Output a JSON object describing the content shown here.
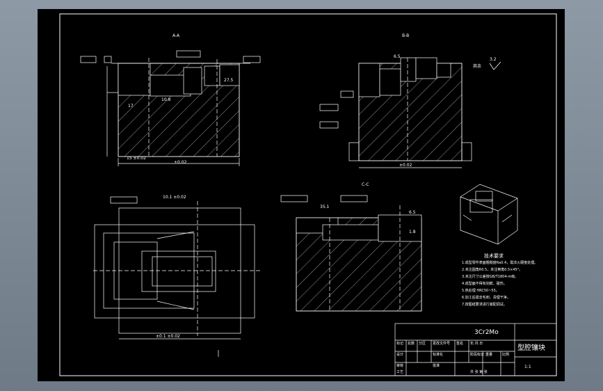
{
  "colors": {
    "background": "#7f8a97",
    "sheet": "#000000",
    "lines": "#ffffff"
  },
  "views": {
    "aa": {
      "label": "A-A"
    },
    "bb": {
      "label": "B-B"
    },
    "cc": {
      "label": "C-C"
    }
  },
  "dims": {
    "aa_bottom_left": "15 ±0.02",
    "aa_bottom_mid": "±0.02",
    "aa_depth": "10.8",
    "aa_small": "17",
    "aa_right": "27.5",
    "bb_bottom": "±0.02",
    "bb_top": "6.5",
    "plan_top": "10.1 ±0.02",
    "plan_bottom": "±0.1 ±0.02",
    "cc_top": "35.1",
    "cc_right": "6.5",
    "cc_mid": "1.8"
  },
  "roughness": {
    "label": "其余",
    "value": "3.2"
  },
  "requirements": {
    "title": "技术要求",
    "items": [
      "1.成型零件表面粗糙度Ra0.4，需淬火硬度处理。",
      "2.未注圆角R0.5，未注倒角0.5×45°。",
      "3.未注尺寸公差按GB/T1804-m级。",
      "4.成型面不得有划痕、碰伤。",
      "5.热处理 HRC50~55。",
      "6.加工后需去毛刺、清理干净。",
      "7.按图纸要求进行装配调试。"
    ]
  },
  "title_block": {
    "material": "3Cr2Mo",
    "part_name": "型腔镶块",
    "drawing_no": "1:1",
    "header_cells": [
      "标记",
      "处数",
      "分区",
      "更改文件号",
      "签名",
      "年.月.日"
    ],
    "designer_label": "设计",
    "standard_label": "标准化",
    "stage_label": "阶段标记",
    "weight_label": "重量",
    "scale_label": "比例",
    "review_label": "审核",
    "process_label": "工艺",
    "approve_label": "批准",
    "sheet_count": "共  张  第  张"
  }
}
